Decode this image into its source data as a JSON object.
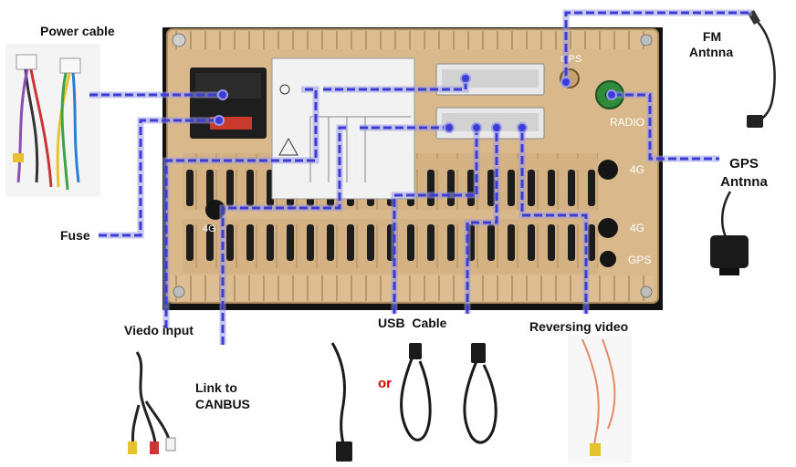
{
  "labels": {
    "power_cable": "Power cable",
    "fm_line1": "FM",
    "fm_line2": "Antnna",
    "gps_line1": "GPS",
    "gps_line2": "Antnna",
    "fuse": "Fuse",
    "video_input": "Viedo input",
    "canbus_line1": "Link to",
    "canbus_line2": "CANBUS",
    "usb_cable": "USB  Cable",
    "or": "or",
    "reversing_video": "Reversing video"
  },
  "panel_text": {
    "gps_port": "GPS",
    "radio_port": "RADIO",
    "port_4g_upper": "4G",
    "port_4g_lower": "4G",
    "gps_lower": "GPS",
    "left_4g": "4G"
  },
  "colors": {
    "panel": "#d9b98b",
    "panel_dark": "#1a1a1a",
    "connector_line": "#3b3bd6",
    "line_glow": "#9a9ae8",
    "radio_port": "#2e8b3a"
  },
  "icons": {
    "power_harness": "wire-harness-photo",
    "fm_antenna": "antenna-cable-photo",
    "gps_antenna": "gps-puck-photo",
    "video_cable": "rca-cable-photo",
    "usb_cables": "usb-cable-photo",
    "reversing_cable": "rca-cable-photo"
  }
}
